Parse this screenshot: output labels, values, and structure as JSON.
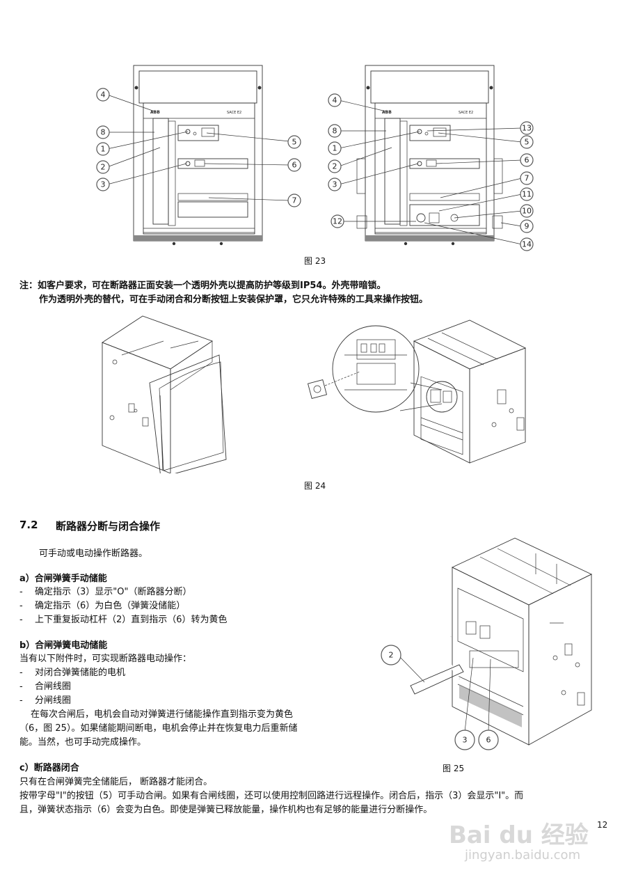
{
  "fig23": {
    "caption": "图 23",
    "brand": "ABB",
    "model": "SACE E2",
    "left_callouts": [
      "4",
      "8",
      "1",
      "2",
      "3",
      "5",
      "6",
      "7"
    ],
    "right_callouts": [
      "4",
      "8",
      "1",
      "2",
      "3",
      "13",
      "5",
      "6",
      "7",
      "11",
      "10",
      "12",
      "9",
      "14"
    ]
  },
  "note": {
    "line1": "注：如客户要求，可在断路器正面安装一个透明外壳以提高防护等级到IP54。外壳带暗锁。",
    "line2": "作为透明外壳的替代，可在手动闭合和分断按钮上安装保护罩，它只允许特殊的工具来操作按钮。"
  },
  "fig24": {
    "caption": "图 24"
  },
  "section": {
    "number": "7.2",
    "title": "断路器分断与闭合操作"
  },
  "intro": "可手动或电动操作断路器。",
  "sub_a": {
    "heading": "a）合闸弹簧手动储能",
    "items": [
      "确定指示（3）显示\"O\"（断路器分断）",
      "确定指示（6）为白色（弹簧没储能）",
      "上下重复扳动杠杆（2）直到指示（6）转为黄色"
    ]
  },
  "sub_b": {
    "heading": "b）合闸弹簧电动储能",
    "lead": "当有以下附件时，可实现断路器电动操作：",
    "items": [
      "对闭合弹簧储能的电机",
      "合闸线圈",
      "分闸线圈"
    ],
    "para": [
      "在每次合闸后，电机会自动对弹簧进行储能操作直到指示变为黄色",
      "（6，图 25）。如果储能期间断电，电机会停止并在恢复电力后重新储",
      "能。当然，也可手动完成操作。"
    ]
  },
  "sub_c": {
    "heading": "c）断路器闭合",
    "lines": [
      "只有在合闸弹簧完全储能后， 断路器才能闭合。",
      "按带字母\"I\"的按钮（5）可手动合闸。如果有合闸线圈，还可以使用控制回路进行远程操作。闭合后，指示（3）会显示\"I\"。而",
      "且，弹簧状态指示（6）会变为白色。即使是弹簧已释放能量，操作机构也有足够的能量进行分断操作。"
    ]
  },
  "fig25": {
    "caption": "图 25",
    "callouts": [
      "2",
      "3",
      "6"
    ]
  },
  "page_number": "12",
  "watermark": {
    "logo": "Bai du 经验",
    "url": "jingyan.baidu.com"
  }
}
